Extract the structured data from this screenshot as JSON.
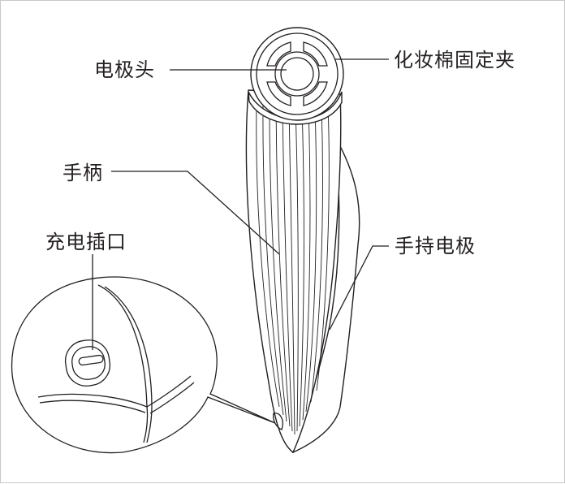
{
  "labels": {
    "electrode_head": "电极头",
    "cotton_clip": "化妆棉固定夹",
    "handle": "手柄",
    "charging_port": "充电插口",
    "handheld_electrode": "手持电极"
  },
  "colors": {
    "line": "#231f20",
    "background": "#ffffff",
    "frame": "#c8c8c8"
  }
}
